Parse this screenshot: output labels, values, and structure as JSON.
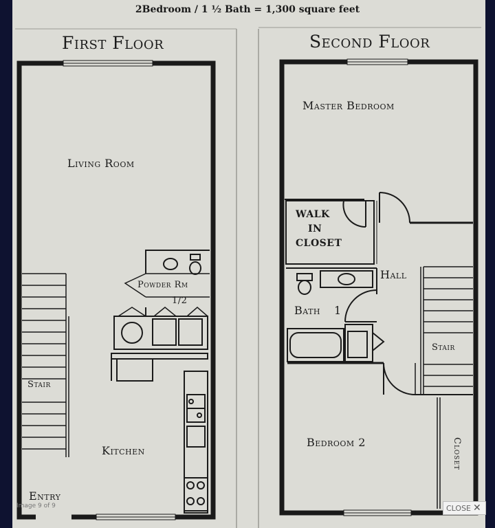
{
  "plan": {
    "header": "2Bedroom / 1 ½ Bath = 1,300 square feet",
    "first_floor": {
      "title": "First Floor",
      "living_room": "Living Room",
      "powder_room": "Powder Rm",
      "half": "1/2",
      "stair": "Stair",
      "kitchen": "Kitchen",
      "entry": "Entry"
    },
    "second_floor": {
      "title": "Second Floor",
      "master_bedroom": "Master Bedroom",
      "walk_in_closet": [
        "WALK",
        "IN",
        "CLOSET"
      ],
      "hall": "Hall",
      "bath": "Bath",
      "bath_number": "1",
      "stair": "Stair",
      "bedroom_2": "Bedroom 2",
      "closet": "Closet"
    }
  },
  "viewer": {
    "page_indicator": "Image 9 of 9",
    "close_label": "CLOSE",
    "close_icon": "close-x-icon"
  },
  "colors": {
    "frame": "#0e1230",
    "paper": "#dcdcd6",
    "ink": "#1a1a1a"
  }
}
